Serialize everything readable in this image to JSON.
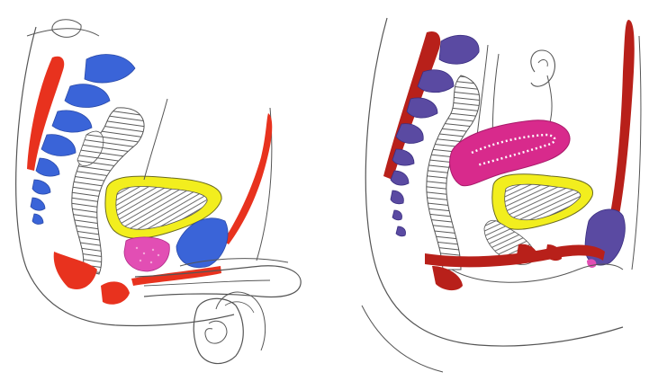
{
  "figure": {
    "panels": [
      {
        "key": "male",
        "kind": "male-pelvis-sagittal-section"
      },
      {
        "key": "female",
        "kind": "female-pelvis-sagittal-section"
      }
    ]
  },
  "colors": {
    "outline": "#4a4a4a",
    "hatch": "#5a5a5a",
    "paper": "#ffffff",
    "red": "#e8321e",
    "dark_red": "#b8201a",
    "blue": "#3a64d8",
    "purple": "#5a4aa2",
    "yellow": "#f2ee1e",
    "magenta": "#d82a8c",
    "pink": "#e24eb4"
  },
  "icons": {
    "male_panel": "male-pelvis-diagram",
    "female_panel": "female-pelvis-diagram"
  }
}
